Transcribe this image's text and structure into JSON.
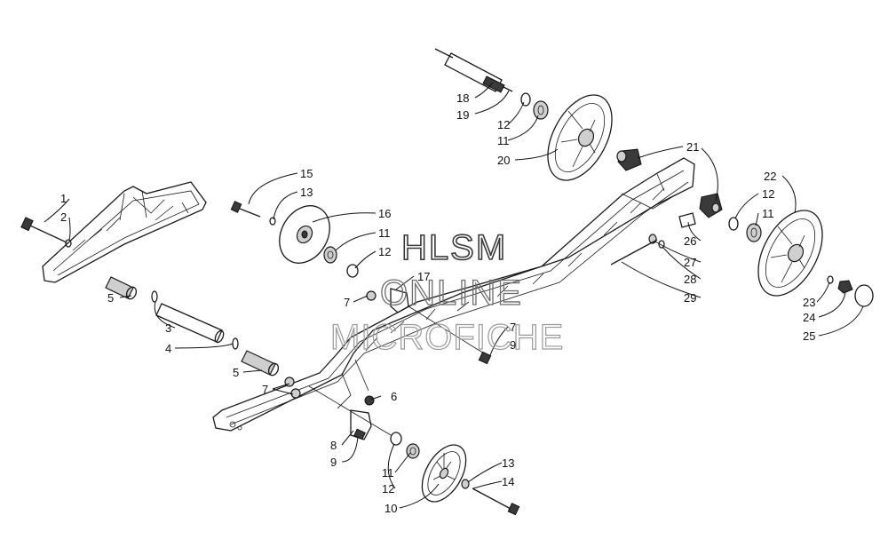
{
  "watermark": {
    "line1": "HLSM",
    "line2": "ONLINE",
    "line3": "MICROFICHE"
  },
  "callouts": [
    {
      "label": "1"
    },
    {
      "label": "2"
    },
    {
      "label": "3"
    },
    {
      "label": "4"
    },
    {
      "label": "5"
    },
    {
      "label": "5"
    },
    {
      "label": "7"
    },
    {
      "label": "6"
    },
    {
      "label": "8"
    },
    {
      "label": "9"
    },
    {
      "label": "11"
    },
    {
      "label": "12"
    },
    {
      "label": "10"
    },
    {
      "label": "13"
    },
    {
      "label": "14"
    },
    {
      "label": "15"
    },
    {
      "label": "13"
    },
    {
      "label": "16"
    },
    {
      "label": "11"
    },
    {
      "label": "12"
    },
    {
      "label": "17"
    },
    {
      "label": "7"
    },
    {
      "label": "7"
    },
    {
      "label": "9"
    },
    {
      "label": "18"
    },
    {
      "label": "19"
    },
    {
      "label": "12"
    },
    {
      "label": "11"
    },
    {
      "label": "20"
    },
    {
      "label": "21"
    },
    {
      "label": "22"
    },
    {
      "label": "12"
    },
    {
      "label": "11"
    },
    {
      "label": "26"
    },
    {
      "label": "27"
    },
    {
      "label": "28"
    },
    {
      "label": "29"
    },
    {
      "label": "23"
    },
    {
      "label": "24"
    },
    {
      "label": "25"
    }
  ]
}
